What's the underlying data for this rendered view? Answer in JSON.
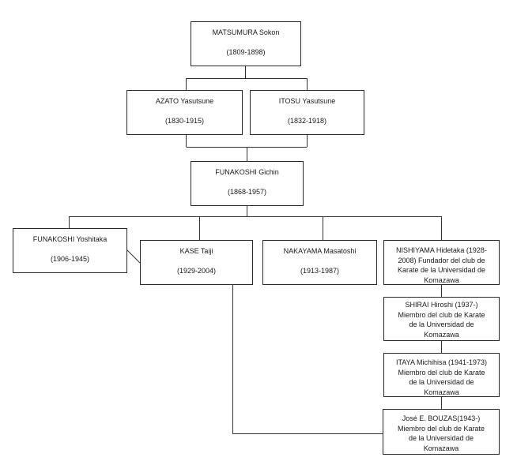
{
  "nodes": {
    "matsumura": {
      "name": "MATSUMURA Sokon",
      "years": "(1809-1898)"
    },
    "azato": {
      "name": "AZATO Yasutsune",
      "years": "(1830-1915)"
    },
    "itosu": {
      "name": "ITOSU Yasutsune",
      "years": "(1832-1918)"
    },
    "funakoshi_gichin": {
      "name": "FUNAKOSHI Gichin",
      "years": "(1868-1957)"
    },
    "funakoshi_yoshitaka": {
      "name": "FUNAKOSHI Yoshitaka",
      "years": "(1906-1945)"
    },
    "kase": {
      "name": "KASE Taiji",
      "years": "(1929-2004)"
    },
    "nakayama": {
      "name": "NAKAYAMA Masatoshi",
      "years": "(1913-1987)"
    },
    "nishiyama": {
      "lines": [
        "NISHIYAMA Hidetaka (1928-",
        "2008) Fundador del club de",
        "Karate de la Universidad de",
        "Komazawa"
      ]
    },
    "shirai": {
      "lines": [
        "SHIRAI Hiroshi (1937-)",
        "Miembro del club de Karate",
        "de la Universidad de",
        "Komazawa"
      ]
    },
    "itaya": {
      "lines": [
        "ITAYA Michihisa (1941-1973)",
        "Miembro del club de Karate",
        "de la Universidad de",
        "Komazawa"
      ]
    },
    "bouzas": {
      "lines": [
        "José E. BOUZAS(1943-)",
        "Miembro del club de Karate",
        "de la Universidad de",
        "Komazawa"
      ]
    }
  }
}
